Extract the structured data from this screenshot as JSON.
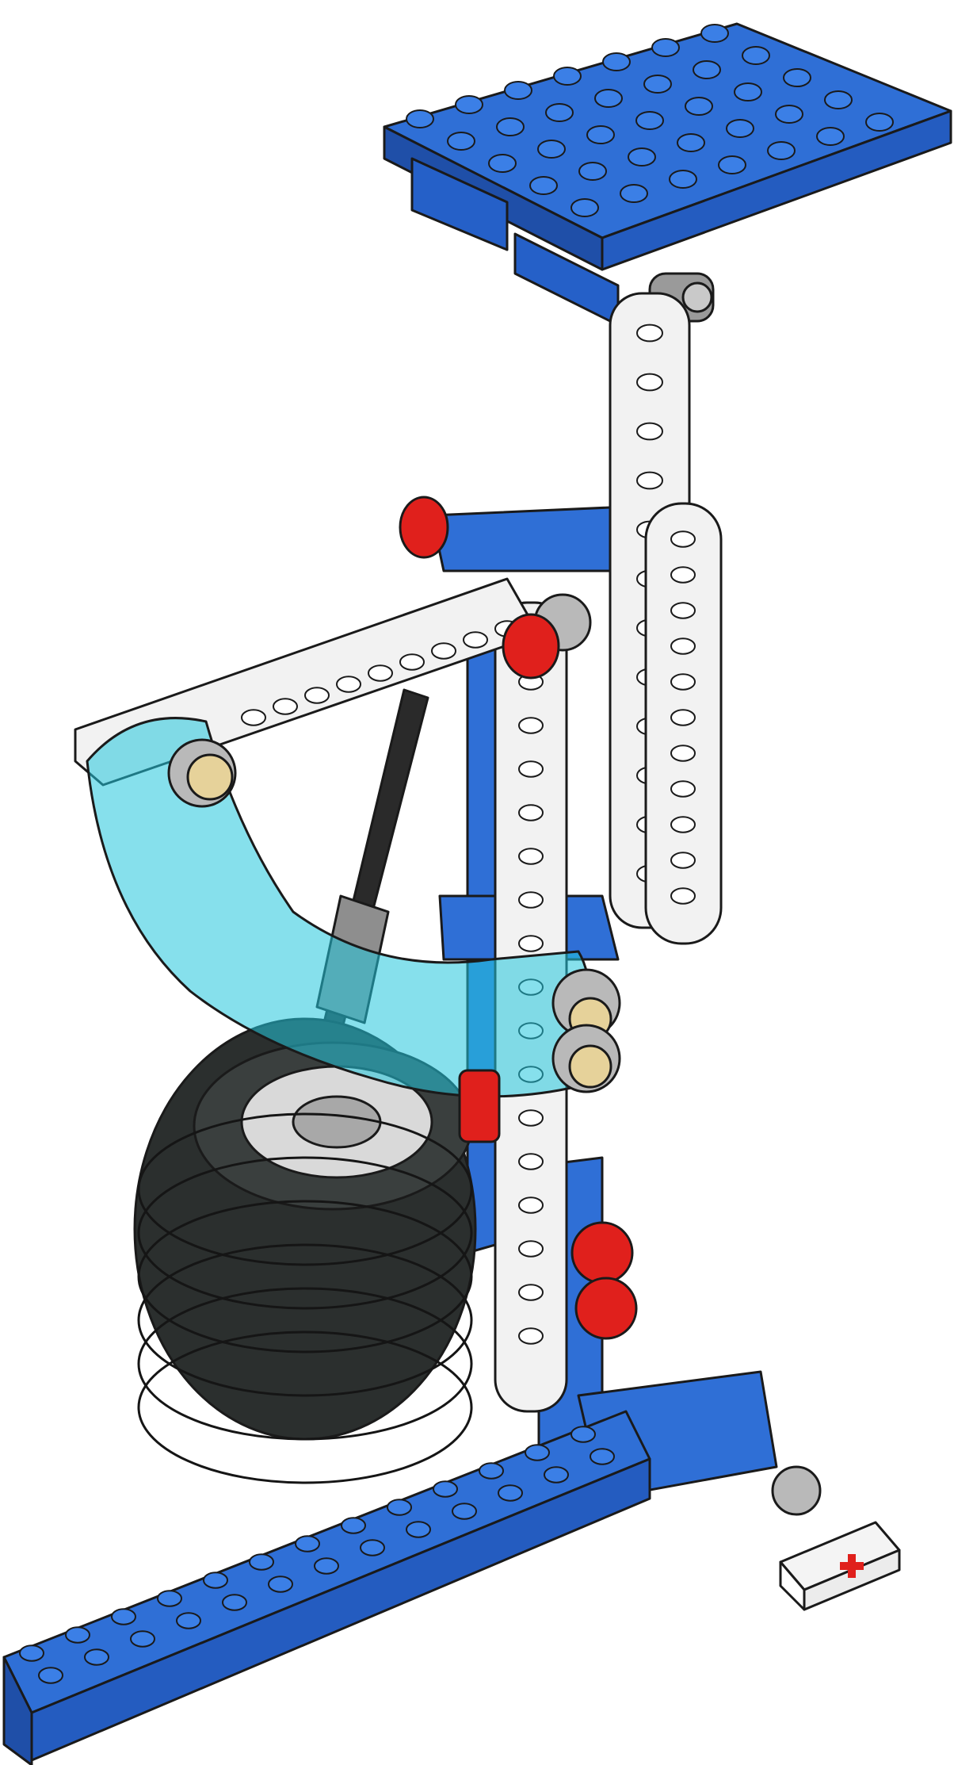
{
  "colors": {
    "background": "#ffffff",
    "blue": "#2f6fd6",
    "blue_dark": "#1f4fa8",
    "blue_light": "#5b93ea",
    "white_beam": "#f2f2f2",
    "grey_part": "#b9b9b9",
    "red_part": "#e0201c",
    "tire": "#2b2f2e",
    "rim": "#d9d9d9",
    "transparent_cyan": "#22c7dc",
    "tan_pin": "#e6d29a",
    "outline": "#1a1a1a"
  },
  "parts": [
    "top-plate",
    "vertical-beam-left",
    "vertical-beam-right",
    "swing-arm-beam",
    "transparent-cyan-shield",
    "blue-frame-beam",
    "shock-absorber",
    "wheel",
    "red-axle-connectors",
    "grey-pins",
    "tan-pins",
    "blue-base-brick",
    "white-marker-brick"
  ]
}
